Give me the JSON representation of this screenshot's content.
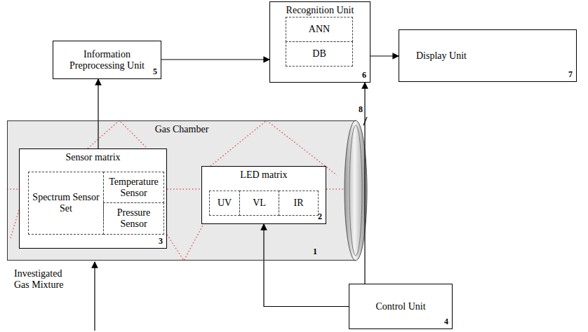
{
  "diagram": {
    "nodes": [
      {
        "text": [
          "Information Preprocessing Unit",
          "5"
        ]
      },
      {
        "text": [
          "Recognition Unit",
          "6"
        ]
      },
      {
        "text": [
          "ANN"
        ],
        "in": 1
      },
      {
        "text": [
          "DB"
        ],
        "in": 1
      },
      {
        "text": [
          "Display Unit",
          "7"
        ]
      },
      {
        "text": [
          "Gas Chamber",
          "1"
        ]
      },
      {
        "text": [
          "Sensor matrix",
          "3"
        ],
        "in": 5
      },
      {
        "text": [
          "Spectrum Sensor Set"
        ],
        "in": 6
      },
      {
        "text": [
          "Temperature Sensor"
        ],
        "in": 6
      },
      {
        "text": [
          "Pressure Sensor"
        ],
        "in": 6
      },
      {
        "text": [
          "LED matrix",
          "2"
        ],
        "in": 5
      },
      {
        "text": [
          "UV"
        ],
        "in": 10
      },
      {
        "text": [
          "VL"
        ],
        "in": 10
      },
      {
        "text": [
          "IR"
        ],
        "in": 10
      },
      {
        "text": [
          "Control Unit",
          "4"
        ]
      }
    ],
    "edges": [
      {
        "from": 6,
        "to": 0,
        "arrow": "to"
      },
      {
        "from": 0,
        "to": 1,
        "arrow": "to"
      },
      {
        "from": 1,
        "to": 4,
        "arrow": "to"
      },
      {
        "from": 14,
        "to": 10,
        "arrow": "to"
      },
      {
        "from": 14,
        "to": 1,
        "arrow": "to"
      }
    ],
    "labels": [
      "8",
      "Investigated Gas Mixture"
    ]
  }
}
